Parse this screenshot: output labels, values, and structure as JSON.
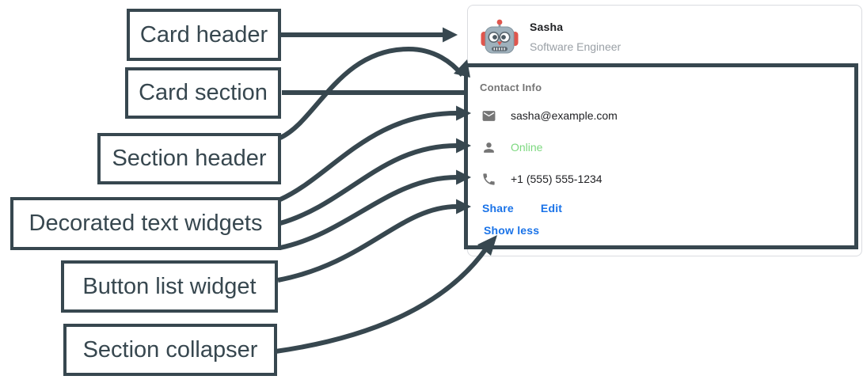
{
  "diagram": {
    "annotation_color": "#37474F",
    "labels": {
      "card_header": "Card header",
      "card_section": "Card section",
      "section_header": "Section header",
      "decorated_text_widgets": "Decorated text widgets",
      "button_list_widget": "Button list widget",
      "section_collapser": "Section collapser"
    }
  },
  "card": {
    "header": {
      "avatar_icon": "robot-avatar",
      "name": "Sasha",
      "subtitle": "Software Engineer"
    },
    "section": {
      "title": "Contact Info",
      "rows": [
        {
          "icon": "email-icon",
          "text": "sasha@example.com"
        },
        {
          "icon": "person-icon",
          "text": "Online",
          "status_color": "#7CD87F"
        },
        {
          "icon": "phone-icon",
          "text": "+1 (555) 555-1234"
        }
      ],
      "buttons": [
        {
          "label": "Share"
        },
        {
          "label": "Edit"
        }
      ],
      "collapser_label": "Show less"
    },
    "colors": {
      "link_blue": "#1A73E8",
      "text_dark": "#202124",
      "section_title_gray": "#757575",
      "subtitle_gray": "#9AA0A6",
      "icon_gray": "#757575",
      "card_border": "#DADCE0",
      "online_green": "#7CD87F"
    }
  }
}
